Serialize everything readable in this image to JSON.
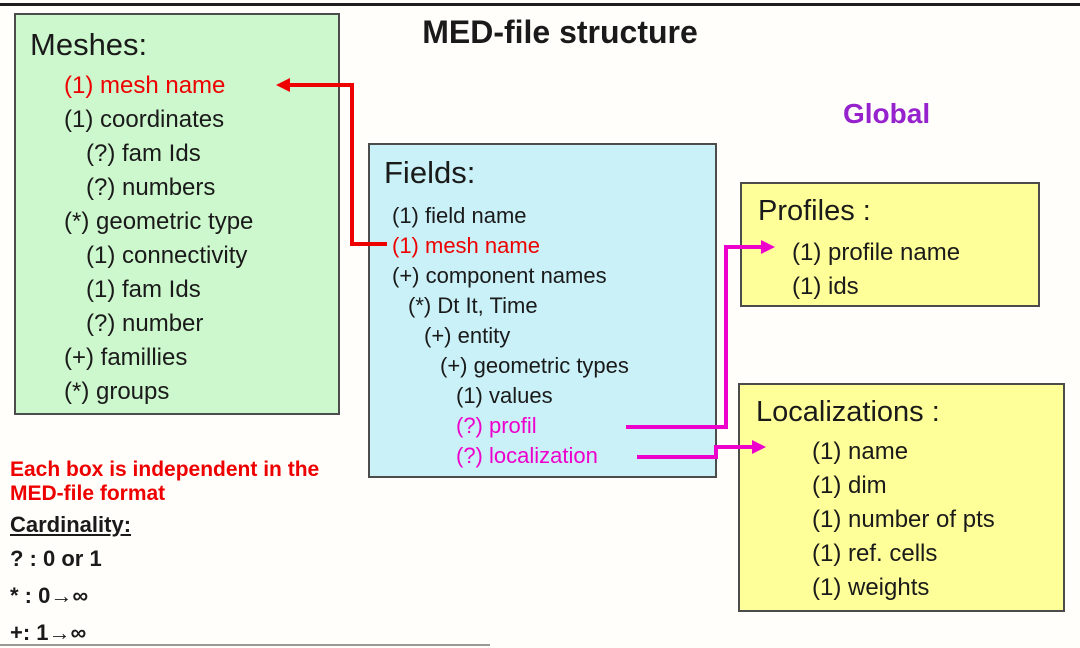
{
  "colors": {
    "red": "#ee0000",
    "magenta": "#ee00cc",
    "purple": "#9622ce",
    "text": "#1a1a1a",
    "meshes_box_bg": "#cdf7cd",
    "fields_box_bg": "#c9f1f7",
    "yellow_box_bg": "#ffff99"
  },
  "header": {
    "title": "MED-file structure",
    "global_label": "Global"
  },
  "meshes_box": {
    "title": "Meshes:",
    "items": [
      {
        "text": "(1) mesh name",
        "indent": 1,
        "color": "red"
      },
      {
        "text": "(1) coordinates",
        "indent": 1
      },
      {
        "text": "(?) fam Ids",
        "indent": 2
      },
      {
        "text": "(?) numbers",
        "indent": 2
      },
      {
        "text": "(*) geometric  type",
        "indent": 1
      },
      {
        "text": "(1) connectivity",
        "indent": 2
      },
      {
        "text": "(1) fam Ids",
        "indent": 2
      },
      {
        "text": "(?) number",
        "indent": 2
      },
      {
        "text": "(+) famillies",
        "indent": 1
      },
      {
        "text": "(*) groups",
        "indent": 1
      }
    ]
  },
  "fields_box": {
    "title": "Fields:",
    "items": [
      {
        "text": "(1) field name",
        "indent": 0
      },
      {
        "text": "(1) mesh name",
        "indent": 0,
        "color": "red"
      },
      {
        "text": "(+) component names",
        "indent": 0
      },
      {
        "text": "(*) Dt It,  Time",
        "indent": 1
      },
      {
        "text": "(+) entity",
        "indent": 2
      },
      {
        "text": "(+) geometric types",
        "indent": 3
      },
      {
        "text": "(1) values",
        "indent": 4
      },
      {
        "text": "(?) profil",
        "indent": 4,
        "color": "magenta"
      },
      {
        "text": "(?) localization",
        "indent": 4,
        "color": "magenta"
      }
    ]
  },
  "profiles_box": {
    "title": "Profiles :",
    "items": [
      {
        "text": "(1) profile name",
        "indent": 1
      },
      {
        "text": "(1) ids",
        "indent": 1
      }
    ]
  },
  "localizations_box": {
    "title": "Localizations :",
    "items": [
      {
        "text": "(1) name",
        "indent": 1
      },
      {
        "text": "(1) dim",
        "indent": 1
      },
      {
        "text": "(1) number of pts",
        "indent": 1
      },
      {
        "text": "(1) ref. cells",
        "indent": 1
      },
      {
        "text": "(1) weights",
        "indent": 1
      }
    ]
  },
  "notes": {
    "independence": "Each box is independent in the MED-file format",
    "cardinality_title": "Cardinality:",
    "cardinality_items": [
      {
        "text": "? : 0 or 1"
      },
      {
        "text": "* : 0→∞"
      },
      {
        "text": "+: 1→∞"
      }
    ]
  }
}
